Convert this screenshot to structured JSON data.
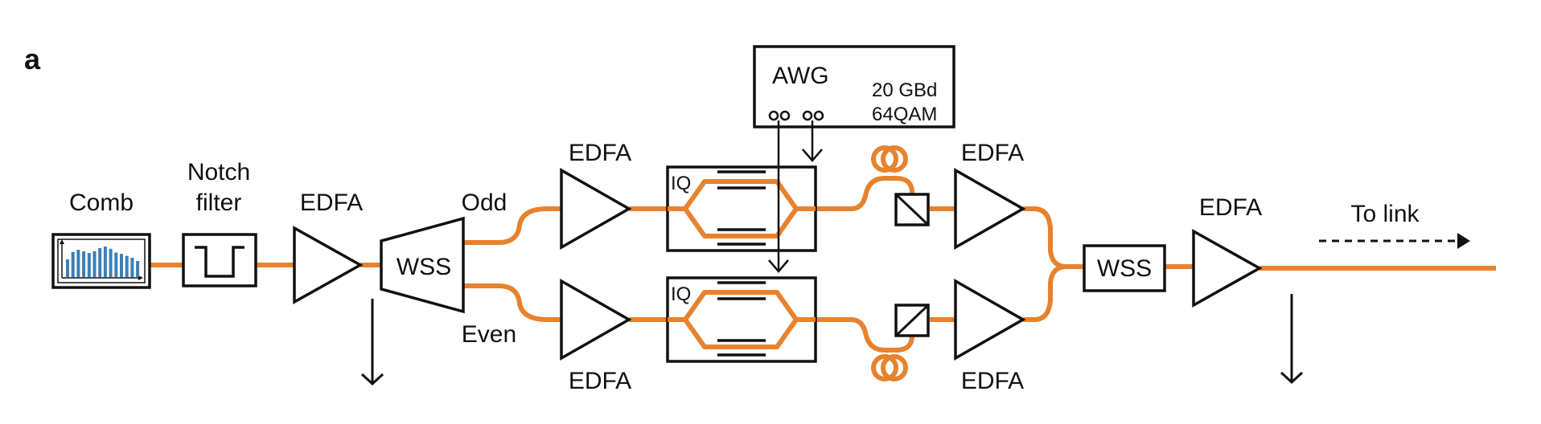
{
  "panel_label": "a",
  "colors": {
    "fiber": "#e8822e",
    "outline": "#111111",
    "comb_bars": "#3d7fb8"
  },
  "labels": {
    "comb": "Comb",
    "notch_line1": "Notch",
    "notch_line2": "filter",
    "edfa": "EDFA",
    "wss": "WSS",
    "odd": "Odd",
    "even": "Even",
    "iq": "IQ",
    "awg": "AWG",
    "awg_spec_line1": "20 GBd",
    "awg_spec_line2": "64QAM",
    "to_link": "To link"
  },
  "comb_spectrum": {
    "relative_heights": [
      0.55,
      0.78,
      0.85,
      0.8,
      0.75,
      0.8,
      0.9,
      0.95,
      0.88,
      0.76,
      0.72,
      0.66,
      0.6,
      0.5
    ]
  },
  "icons": {
    "edfa": "triangle-amplifier-icon",
    "wss": "trapezoid-wss-icon",
    "polarizer": "polarization-beam-combiner-icon",
    "fiber_loop": "fiber-delay-loop-icon",
    "monitor": "down-arrow-monitor-icon"
  }
}
